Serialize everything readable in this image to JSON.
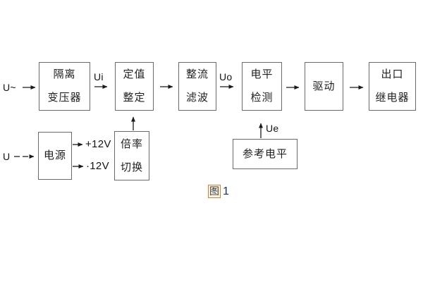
{
  "figure": {
    "caption_prefix": "图",
    "caption_number": "1"
  },
  "labels": {
    "ac_input": "U~",
    "dc_input": "U",
    "ui": "Ui",
    "uo": "Uo",
    "ue": "Ue",
    "rail_pos": "+12V",
    "rail_neg": "·12V"
  },
  "blocks": {
    "isolation_transformer": {
      "line1": "隔离",
      "line2": "变压器"
    },
    "setpoint_adjust": {
      "line1": "定值",
      "line2": "整定"
    },
    "rectifier_filter": {
      "line1": "整流",
      "line2": "滤波"
    },
    "level_detect": {
      "line1": "电平",
      "line2": "检测"
    },
    "drive": {
      "line1": "驱动"
    },
    "output_relay": {
      "line1": "出口",
      "line2": "继电器"
    },
    "power_supply": {
      "line1": "电源"
    },
    "ratio_switch": {
      "line1": "倍率",
      "line2": "切换"
    },
    "reference_level": {
      "line1": "参考电平"
    }
  },
  "colors": {
    "box_border": "#6a6a6a",
    "line": "#1a1a1a",
    "text": "#212121",
    "caption_highlight": "#c8872e",
    "caption_number": "#1b2f55",
    "background": "#ffffff"
  }
}
